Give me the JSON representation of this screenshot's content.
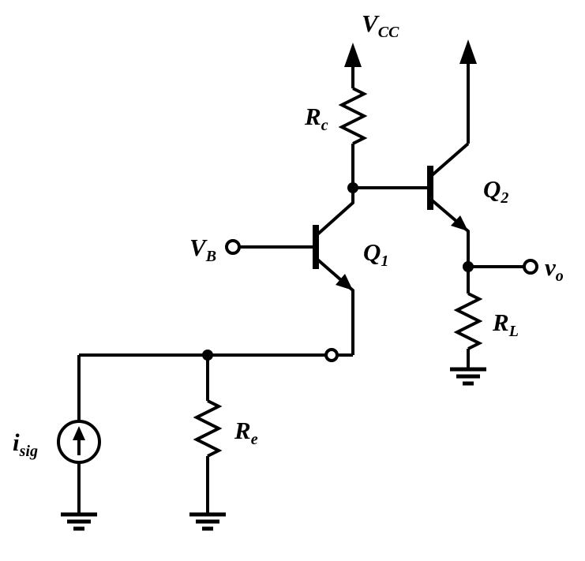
{
  "schematic": {
    "colors": {
      "ink": "#000000",
      "background": "#ffffff"
    },
    "labels": {
      "vcc": {
        "main": "V",
        "sub": "CC"
      },
      "rc": {
        "main": "R",
        "sub": "c"
      },
      "q1": {
        "main": "Q",
        "sub": "1"
      },
      "q2": {
        "main": "Q",
        "sub": "2"
      },
      "vb": {
        "main": "V",
        "sub": "B"
      },
      "vo": {
        "main": "v",
        "sub": "o"
      },
      "rl": {
        "main": "R",
        "sub": "L"
      },
      "re": {
        "main": "R",
        "sub": "e"
      },
      "isig": {
        "main": "i",
        "sub": "sig"
      }
    },
    "components": [
      {
        "symbol": "supply-arrow",
        "label": "VCC"
      },
      {
        "symbol": "resistor",
        "label": "Rc"
      },
      {
        "symbol": "npn-transistor",
        "label": "Q1"
      },
      {
        "symbol": "npn-transistor",
        "label": "Q2"
      },
      {
        "symbol": "terminal",
        "label": "VB"
      },
      {
        "symbol": "terminal",
        "label": "vo"
      },
      {
        "symbol": "resistor",
        "label": "RL"
      },
      {
        "symbol": "resistor",
        "label": "Re"
      },
      {
        "symbol": "current-source",
        "label": "isig"
      },
      {
        "symbol": "ground",
        "label": ""
      },
      {
        "symbol": "ground",
        "label": ""
      },
      {
        "symbol": "ground",
        "label": ""
      }
    ]
  }
}
